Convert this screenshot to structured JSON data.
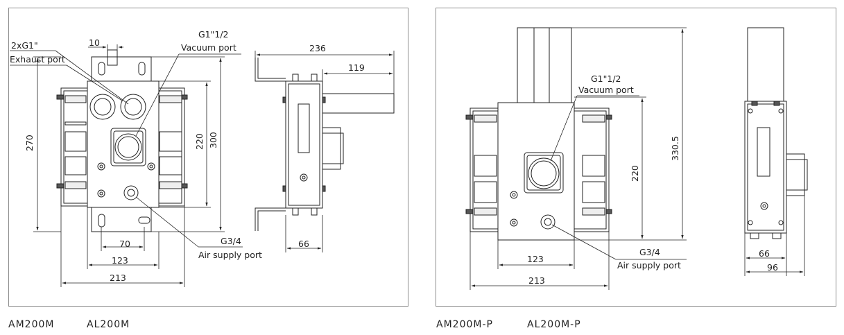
{
  "left_panel": {
    "caption_1": "AM200M",
    "caption_2": "AL200M",
    "labels": {
      "exhaust_size": "2xG1\"",
      "exhaust": "Exhaust port",
      "vacuum_size": "G1\"1/2",
      "vacuum": "Vacuum port",
      "air_size": "G3/4",
      "air": "Air supply port"
    },
    "dims": {
      "d10": "10",
      "d270": "270",
      "d220": "220",
      "d300": "300",
      "d70": "70",
      "d123": "123",
      "d213": "213",
      "d236": "236",
      "d119": "119",
      "d66": "66"
    }
  },
  "right_panel": {
    "caption_1": "AM200M-P",
    "caption_2": "AL200M-P",
    "labels": {
      "vacuum_size": "G1\"1/2",
      "vacuum": "Vacuum port",
      "air_size": "G3/4",
      "air": "Air supply port"
    },
    "dims": {
      "d330": "330.5",
      "d220": "220",
      "d123": "123",
      "d213": "213",
      "d66": "66",
      "d96": "96"
    }
  }
}
